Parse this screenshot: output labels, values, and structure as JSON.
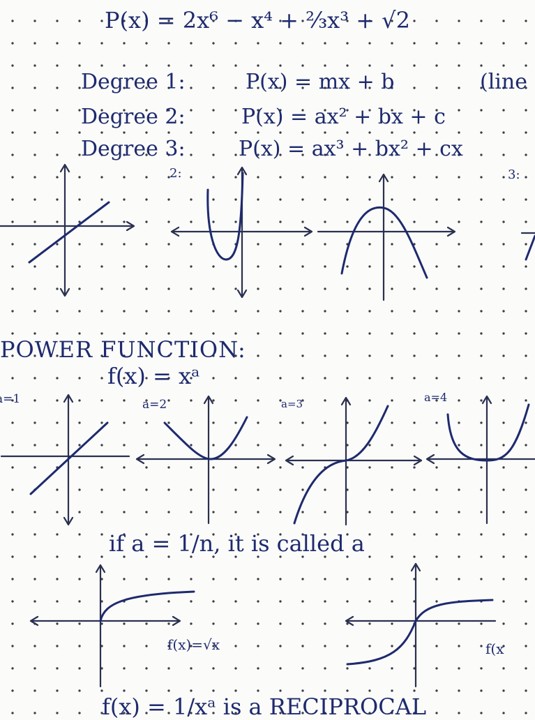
{
  "top_equation": "P(x) = 2x⁶ − x⁴ + ⅔x³ + √2",
  "degree_list": [
    {
      "label": "Degree 1:",
      "formula": "P(x) = mx + b",
      "note": "(line"
    },
    {
      "label": "Degree 2:",
      "formula": "P(x) = ax² + bx + c"
    },
    {
      "label": "Degree 3:",
      "formula": "P(x) = ax³ + bx² + cx"
    }
  ],
  "degree_graph_labels": [
    "2:",
    "3:"
  ],
  "power_function": {
    "heading": "POWER FUNCTION:",
    "formula": "f(x) = xᵃ",
    "case_labels": [
      "a=1",
      "a=2",
      "a=3",
      "a=4"
    ]
  },
  "root_section": {
    "statement": "if a = 1/n, it is called a",
    "graph_labels": [
      "f(x)=√x",
      "f(x"
    ]
  },
  "reciprocal_line": "f(x) = 1/xᵃ  is a RECIPROCAL"
}
